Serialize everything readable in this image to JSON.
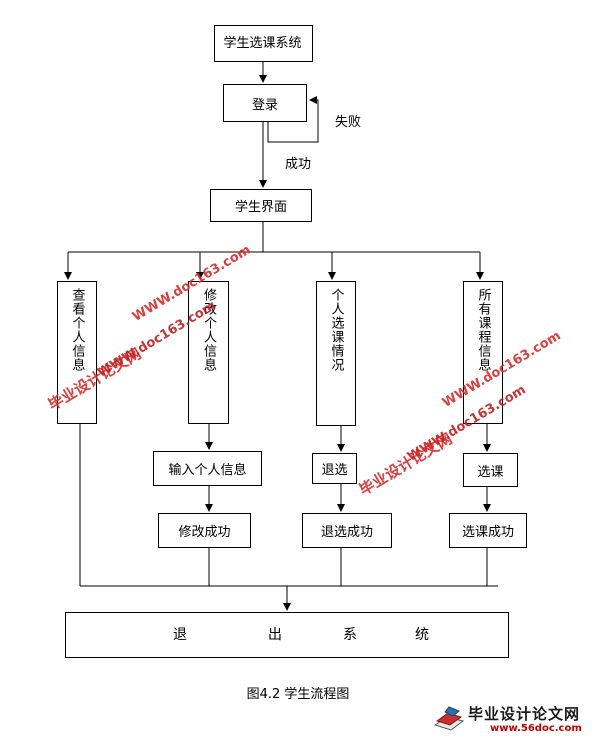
{
  "diagram": {
    "nodes": {
      "system_title": "学生选课系统",
      "login": "登录",
      "student_ui": "学生界面",
      "view_info": "查看个人信息",
      "modify_info": "修改个人信息",
      "personal_courses": "个人选课情况",
      "all_courses": "所有课程信息",
      "input_info": "输入个人信息",
      "modify_success": "修改成功",
      "drop": "退选",
      "drop_success": "退选成功",
      "select": "选课",
      "select_success": "选课成功",
      "exit_chars": [
        "退",
        "出",
        "系",
        "统"
      ]
    },
    "edge_labels": {
      "fail": "失败",
      "success": "成功"
    },
    "caption": "图4.2  学生流程图"
  },
  "watermarks": {
    "site": "毕业设计论文网",
    "url": "WWW.doc163.com"
  },
  "logo": {
    "name": "毕业设计论文网",
    "url": "www.56doc.com"
  },
  "colors": {
    "line": "#000000",
    "watermark": "#d62a2a",
    "logo_url": "#c00000"
  }
}
